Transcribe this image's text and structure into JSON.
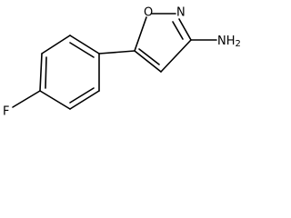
{
  "molecule": {
    "atoms": {
      "oxygen": "O",
      "ring_nitrogen": "N",
      "amino": "NH",
      "amino_subscript": "2",
      "fluorine": "F"
    },
    "colors": {
      "bond": "#000000",
      "label": "#000000",
      "background": "#ffffff"
    }
  }
}
